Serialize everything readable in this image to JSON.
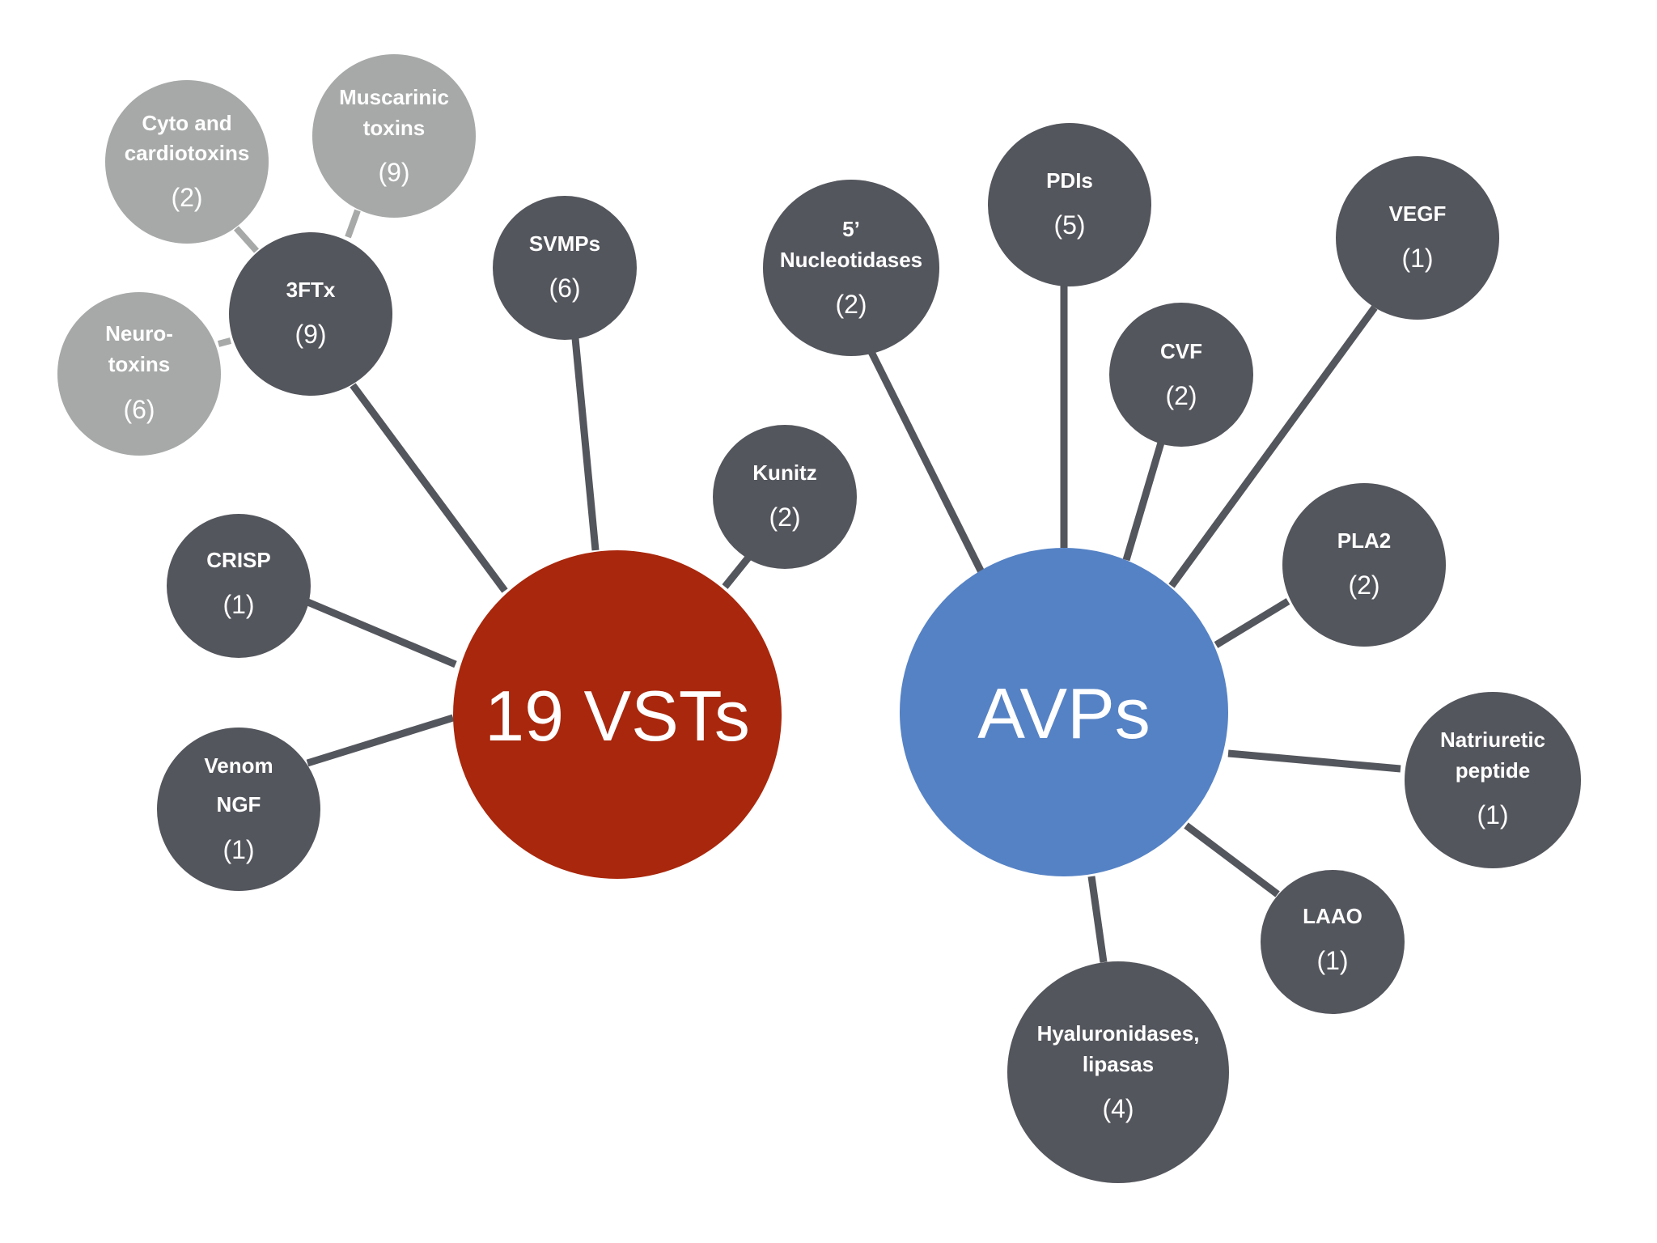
{
  "colors": {
    "dark_node": "#54565d",
    "sub_node": "#a7a8a8",
    "vst_hub": "#a9270c",
    "avp_hub": "#5582c5",
    "connector": "#54565d",
    "sub_connector": "#a7a8a8"
  },
  "hubs": {
    "vsts": {
      "label": "19 VSTs"
    },
    "avps": {
      "label": "AVPs"
    }
  },
  "vst_families": {
    "3ftx": {
      "name": "3FTx",
      "count": "(9)"
    },
    "svmps": {
      "name": "SVMPs",
      "count": "(6)"
    },
    "kunitz": {
      "name": "Kunitz",
      "count": "(2)"
    },
    "crisp": {
      "name": "CRISP",
      "count": "(1)"
    },
    "venom_ngf": {
      "name_line1": "Venom",
      "name_line2": "NGF",
      "count": "(1)"
    }
  },
  "3ftx_subtypes": {
    "cyto": {
      "name_line1": "Cyto and",
      "name_line2": "cardiotoxins",
      "count": "(2)"
    },
    "muscarinic": {
      "name_line1": "Muscarinic",
      "name_line2": "toxins",
      "count": "(9)"
    },
    "neuro": {
      "name_line1": "Neuro-",
      "name_line2": "toxins",
      "count": "(6)"
    }
  },
  "avp_families": {
    "nucleotidases": {
      "name_line1": "5’",
      "name_line2": "Nucleotidases",
      "count": "(2)"
    },
    "pdis": {
      "name": "PDIs",
      "count": "(5)"
    },
    "vegf": {
      "name": "VEGF",
      "count": "(1)"
    },
    "cvf": {
      "name": "CVF",
      "count": "(2)"
    },
    "pla2": {
      "name": "PLA2",
      "count": "(2)"
    },
    "natriuretic": {
      "name_line1": "Natriuretic",
      "name_line2": "peptide",
      "count": "(1)"
    },
    "laao": {
      "name": "LAAO",
      "count": "(1)"
    },
    "hyaluronidases": {
      "name_line1": "Hyaluronidases,",
      "name_line2": "lipasas",
      "count": "(4)"
    }
  }
}
